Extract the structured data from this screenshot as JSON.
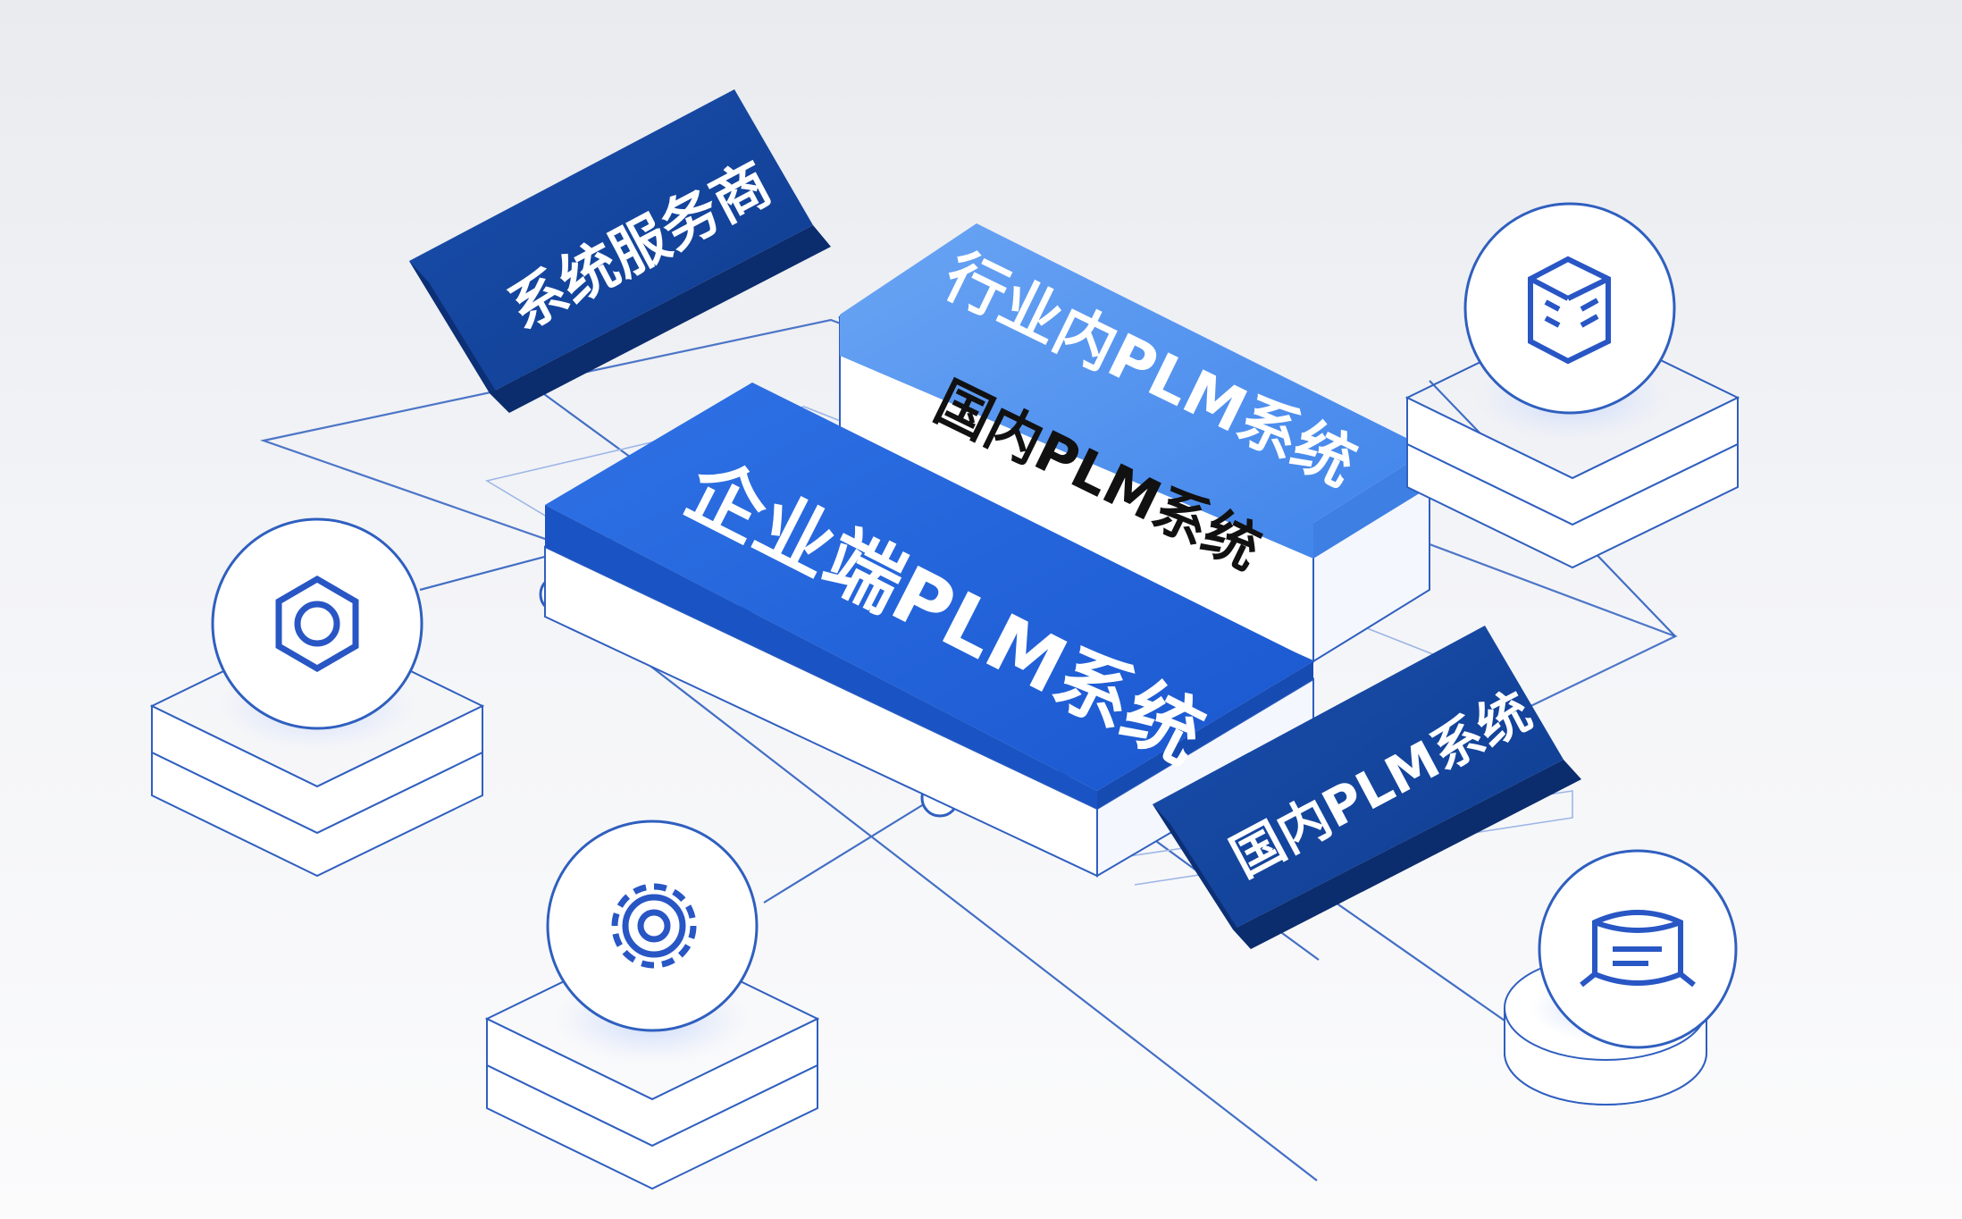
{
  "labels": {
    "service_provider": "系统服务商",
    "industry_plm": "行业内PLM系统",
    "domestic_plm_top": "国内PLM系统",
    "enterprise_plm": "企业端PLM系统",
    "domestic_plm_right": "国内PLM系统"
  },
  "icons": {
    "left": "hexagon-nut-icon",
    "bottom": "gear-icon",
    "top_right": "document-cube-icon",
    "bottom_right": "database-icon"
  },
  "colors": {
    "dark_blue": "#123f92",
    "mid_blue": "#1d5fd6",
    "light_blue": "#4d8ff0",
    "line_blue": "#2f5fbf"
  }
}
